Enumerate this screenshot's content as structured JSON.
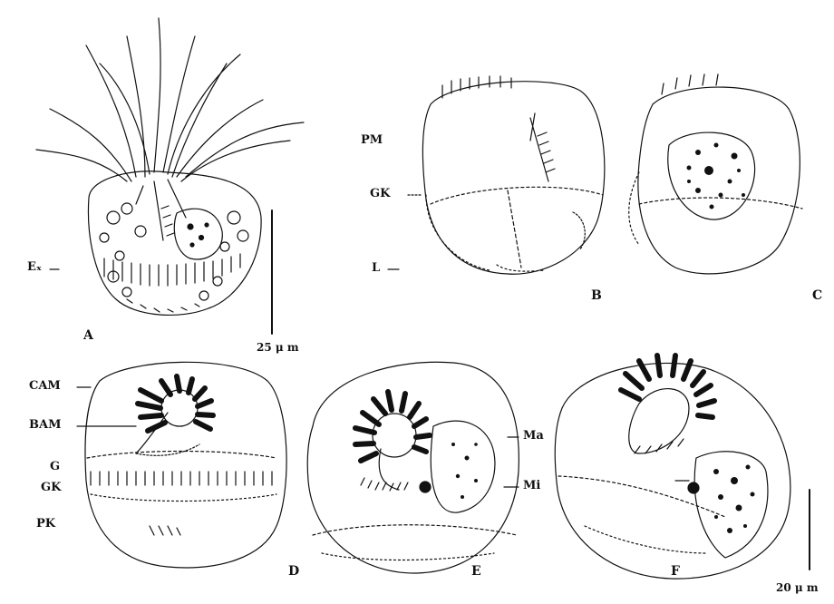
{
  "figure": {
    "panels": [
      "A",
      "B",
      "C",
      "D",
      "E",
      "F"
    ],
    "labels": {
      "ex": "Eₓ",
      "pm": "PM",
      "gk_b": "GK",
      "l": "L",
      "cam": "CAM",
      "bam": "BAM",
      "g": "G",
      "gk_d": "GK",
      "pk": "PK",
      "ma": "Ma",
      "mi": "Mi"
    },
    "scale_bars": {
      "top": "25 μ m",
      "bottom": "20 μ m"
    }
  }
}
